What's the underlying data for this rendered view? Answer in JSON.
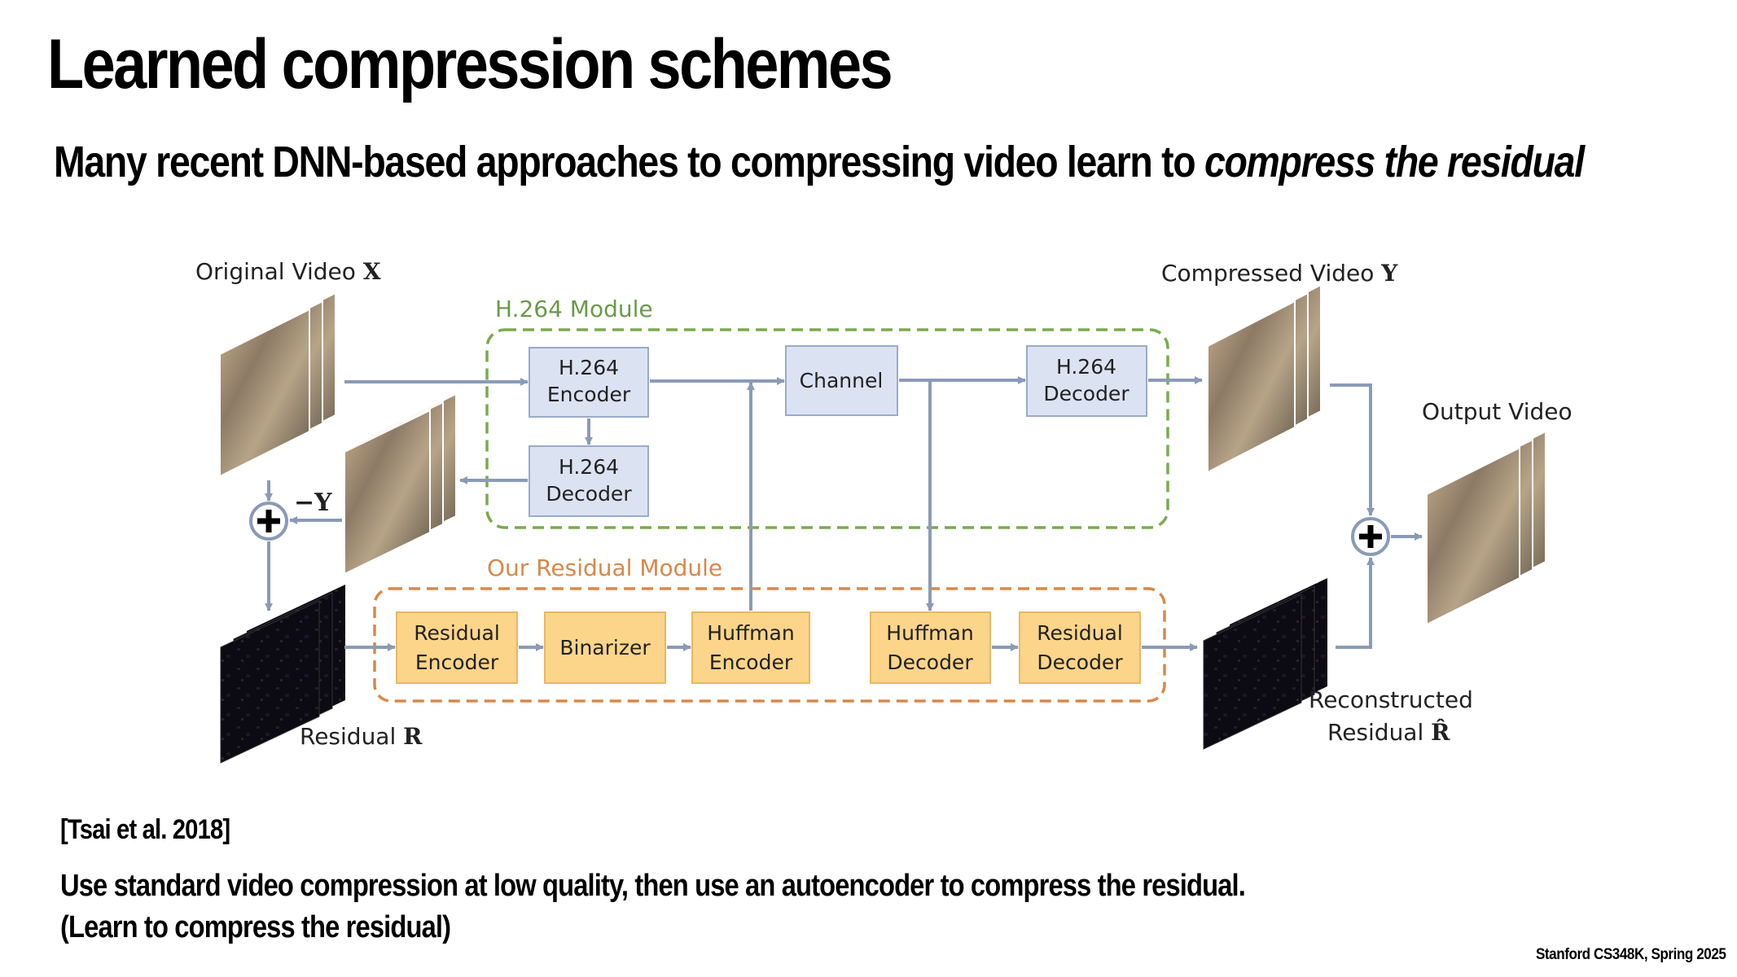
{
  "slide": {
    "title": "Learned compression schemes",
    "subtitle_plain": "Many recent DNN-based approaches to compressing video learn to ",
    "subtitle_italic": "compress the residual",
    "citation": "[Tsai et al. 2018]",
    "summary_line1": "Use standard video compression at low quality, then use an autoencoder to compress the residual.",
    "summary_line2": "(Learn to compress the residual)",
    "footer": "Stanford CS348K, Spring 2025"
  },
  "diagram": {
    "labels": {
      "original_video": "Original Video",
      "original_video_symbol": "X",
      "compressed_video": "Compressed Video",
      "compressed_video_symbol": "Y",
      "output_video": "Output Video",
      "minus_y": "−Y",
      "residual": "Residual",
      "residual_symbol": "R",
      "reconstructed_line1": "Reconstructed",
      "reconstructed_line2": "Residual",
      "reconstructed_symbol": "R̂"
    },
    "modules": {
      "h264": "H.264 Module",
      "residual": "Our Residual Module"
    },
    "boxes": {
      "h264_encoder": [
        "H.264",
        "Encoder"
      ],
      "channel": [
        "Channel"
      ],
      "h264_decoder_top": [
        "H.264",
        "Decoder"
      ],
      "h264_decoder_inner": [
        "H.264",
        "Decoder"
      ],
      "residual_encoder": [
        "Residual",
        "Encoder"
      ],
      "binarizer": [
        "Binarizer"
      ],
      "huffman_encoder": [
        "Huffman",
        "Encoder"
      ],
      "huffman_decoder": [
        "Huffman",
        "Decoder"
      ],
      "residual_decoder": [
        "Residual",
        "Decoder"
      ]
    },
    "colors": {
      "arrow": "#8a9bb8",
      "h264_box_fill": "#dbe3f3",
      "h264_box_stroke": "#9aabc8",
      "residual_box_fill": "#fcd58a",
      "residual_box_stroke": "#e8b860",
      "h264_module_border": "#7aab4e",
      "residual_module_border": "#d8884a"
    }
  }
}
